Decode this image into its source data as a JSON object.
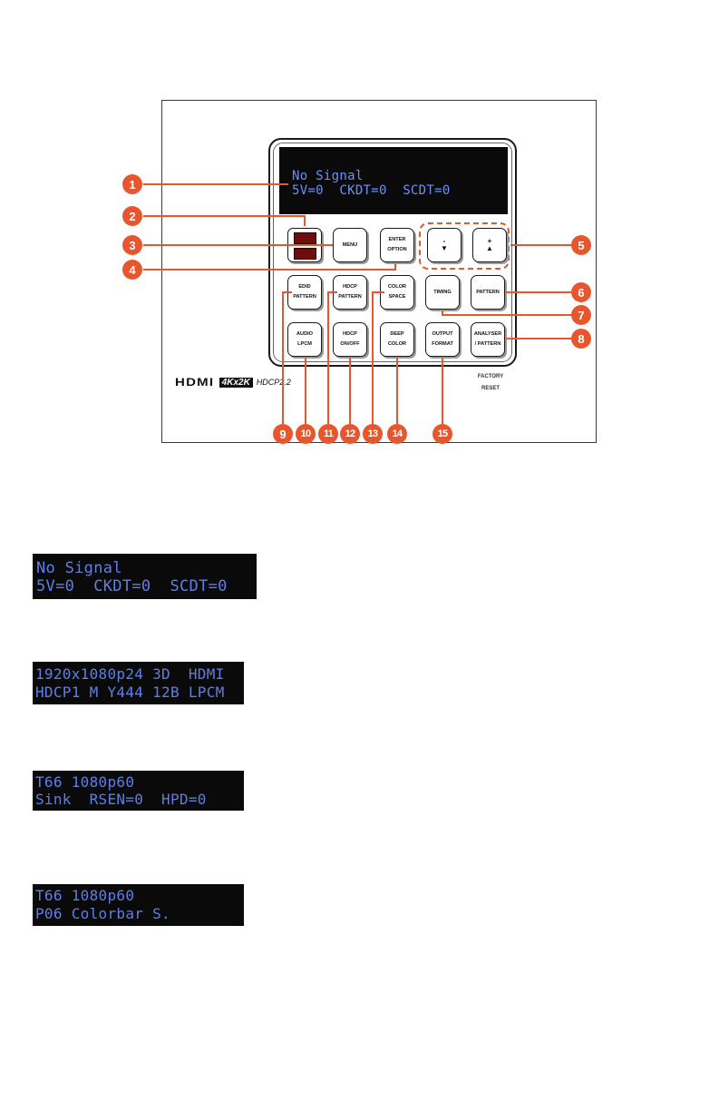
{
  "main_display": {
    "line1": "No Signal",
    "line2": "5V=0  CKDT=0  SCDT=0"
  },
  "buttons": {
    "menu": [
      "MENU"
    ],
    "enter_option": [
      "ENTER",
      "OPTION"
    ],
    "minus": [
      "-",
      "▼"
    ],
    "plus": [
      "+",
      "▲"
    ],
    "edid_pattern": [
      "EDID",
      "PATTERN"
    ],
    "hdcp_pattern": [
      "HDCP",
      "PATTERN"
    ],
    "color_space": [
      "COLOR",
      "SPACE"
    ],
    "timing": [
      "TIMING"
    ],
    "pattern": [
      "PATTERN"
    ],
    "audio_lpcm": [
      "AUDIO",
      "LPCM"
    ],
    "hdcp_onoff": [
      "HDCP",
      "ON/OFF"
    ],
    "deep_color": [
      "DEEP",
      "COLOR"
    ],
    "output_format": [
      "OUTPUT",
      "FORMAT"
    ],
    "analyser_pattern": [
      "ANALYSER",
      "/ PATTERN"
    ]
  },
  "factory_reset": [
    "FACTORY",
    "RESET"
  ],
  "logos": {
    "hdmi": "HDMI",
    "resolution": "4Kx2K",
    "hdcp": "HDCP2.2"
  },
  "callouts": [
    "1",
    "2",
    "3",
    "4",
    "5",
    "6",
    "7",
    "8",
    "9",
    "10",
    "11",
    "12",
    "13",
    "14",
    "15"
  ],
  "colors": {
    "callout": "#e8562e",
    "lcd_text": "#6f8ff2",
    "lcd_bg": "#0a0a0a",
    "led": "#6e0d0d"
  },
  "samples": [
    {
      "line1": "No Signal",
      "line2": "5V=0  CKDT=0  SCDT=0"
    },
    {
      "line1": "1920x1080p24 3D  HDMI",
      "line2": "HDCP1 M Y444 12B LPCM"
    },
    {
      "line1": "T66 1080p60",
      "line2": "Sink  RSEN=0  HPD=0"
    },
    {
      "line1": "T66 1080p60",
      "line2": "P06 Colorbar S."
    }
  ]
}
